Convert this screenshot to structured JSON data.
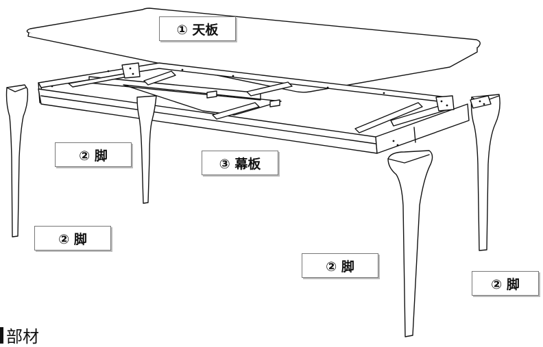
{
  "labels": {
    "top": "① 天板",
    "frame": "③ 幕板",
    "leg_back_left": "② 脚",
    "leg_front_left": "② 脚",
    "leg_front_right": "② 脚",
    "leg_back_right": "② 脚"
  },
  "section_heading": "部材",
  "colors": {
    "line": "#111111",
    "fill": "#ffffff",
    "label_border": "#777777",
    "label_shadow": "#bbbbbb"
  }
}
